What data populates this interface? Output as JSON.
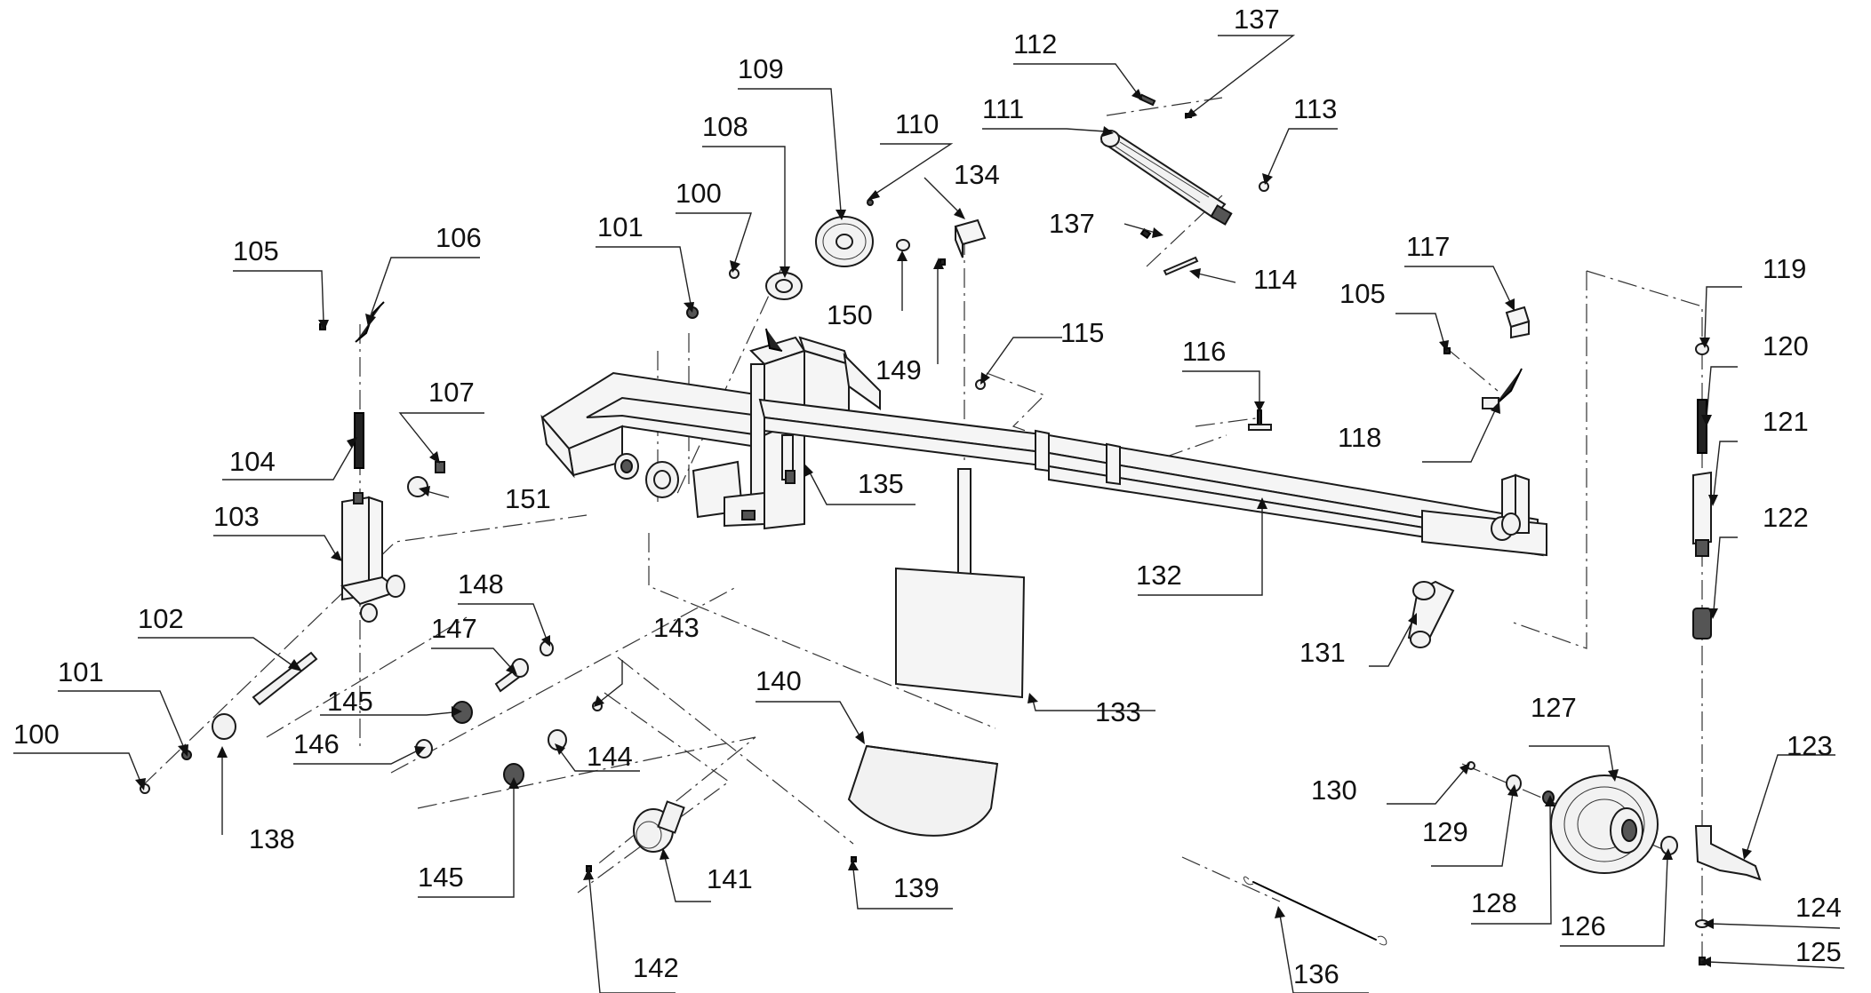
{
  "callouts": [
    {
      "id": "c100a",
      "label": "100"
    },
    {
      "id": "c100b",
      "label": "100"
    },
    {
      "id": "c101a",
      "label": "101"
    },
    {
      "id": "c101b",
      "label": "101"
    },
    {
      "id": "c102",
      "label": "102"
    },
    {
      "id": "c103",
      "label": "103"
    },
    {
      "id": "c104",
      "label": "104"
    },
    {
      "id": "c105a",
      "label": "105"
    },
    {
      "id": "c105b",
      "label": "105"
    },
    {
      "id": "c106",
      "label": "106"
    },
    {
      "id": "c107",
      "label": "107"
    },
    {
      "id": "c108",
      "label": "108"
    },
    {
      "id": "c109",
      "label": "109"
    },
    {
      "id": "c110",
      "label": "110"
    },
    {
      "id": "c111",
      "label": "111"
    },
    {
      "id": "c112",
      "label": "112"
    },
    {
      "id": "c113",
      "label": "113"
    },
    {
      "id": "c114",
      "label": "114"
    },
    {
      "id": "c115",
      "label": "115"
    },
    {
      "id": "c116",
      "label": "116"
    },
    {
      "id": "c117",
      "label": "117"
    },
    {
      "id": "c118",
      "label": "118"
    },
    {
      "id": "c119",
      "label": "119"
    },
    {
      "id": "c120",
      "label": "120"
    },
    {
      "id": "c121",
      "label": "121"
    },
    {
      "id": "c122",
      "label": "122"
    },
    {
      "id": "c123",
      "label": "123"
    },
    {
      "id": "c124",
      "label": "124"
    },
    {
      "id": "c125",
      "label": "125"
    },
    {
      "id": "c126",
      "label": "126"
    },
    {
      "id": "c127",
      "label": "127"
    },
    {
      "id": "c128",
      "label": "128"
    },
    {
      "id": "c129",
      "label": "129"
    },
    {
      "id": "c130",
      "label": "130"
    },
    {
      "id": "c131",
      "label": "131"
    },
    {
      "id": "c132",
      "label": "132"
    },
    {
      "id": "c133",
      "label": "133"
    },
    {
      "id": "c134",
      "label": "134"
    },
    {
      "id": "c135",
      "label": "135"
    },
    {
      "id": "c136",
      "label": "136"
    },
    {
      "id": "c137a",
      "label": "137"
    },
    {
      "id": "c137b",
      "label": "137"
    },
    {
      "id": "c138",
      "label": "138"
    },
    {
      "id": "c139",
      "label": "139"
    },
    {
      "id": "c140",
      "label": "140"
    },
    {
      "id": "c141",
      "label": "141"
    },
    {
      "id": "c142",
      "label": "142"
    },
    {
      "id": "c143",
      "label": "143"
    },
    {
      "id": "c144",
      "label": "144"
    },
    {
      "id": "c145a",
      "label": "145"
    },
    {
      "id": "c145b",
      "label": "145"
    },
    {
      "id": "c146",
      "label": "146"
    },
    {
      "id": "c147",
      "label": "147"
    },
    {
      "id": "c148",
      "label": "148"
    },
    {
      "id": "c149",
      "label": "149"
    },
    {
      "id": "c150",
      "label": "150"
    },
    {
      "id": "c151",
      "label": "151"
    }
  ]
}
